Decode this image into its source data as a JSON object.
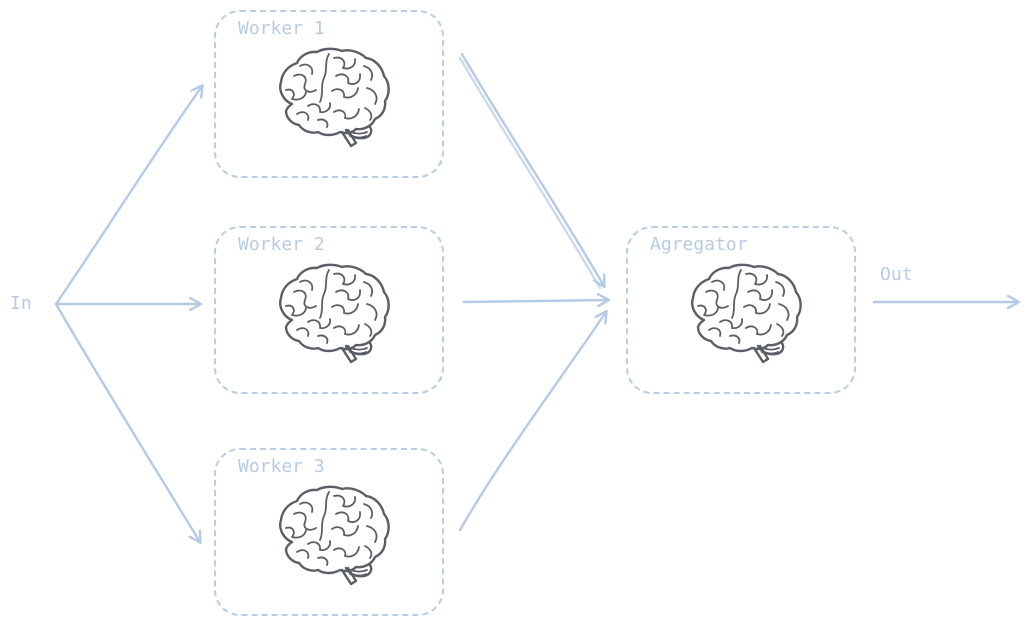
{
  "diagram": {
    "input_label": "In",
    "output_label": "Out",
    "workers": [
      {
        "id": "worker-1",
        "title": "Worker 1",
        "icon": "brain-icon"
      },
      {
        "id": "worker-2",
        "title": "Worker 2",
        "icon": "brain-icon"
      },
      {
        "id": "worker-3",
        "title": "Worker 3",
        "icon": "brain-icon"
      }
    ],
    "aggregator": {
      "title": "Agregator",
      "icon": "brain-icon"
    },
    "colors": {
      "edge": "#b4cae6",
      "dashed_border": "#b9cde6",
      "label_text": "#b7cbe4",
      "brain_outline": "#5a5f66"
    }
  }
}
